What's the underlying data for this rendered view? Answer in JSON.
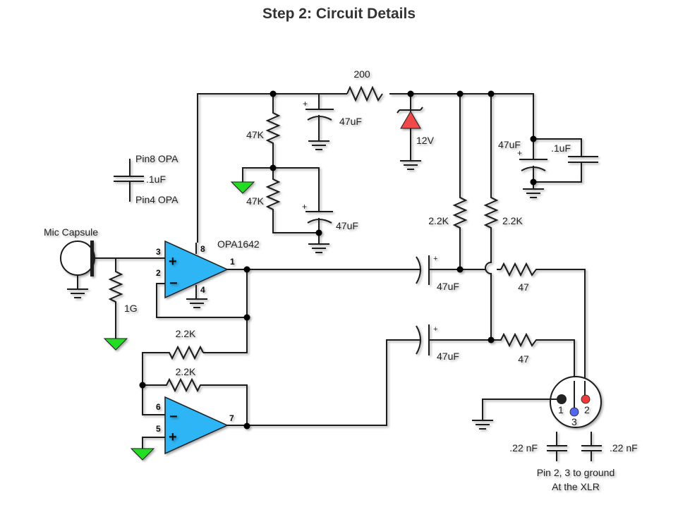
{
  "title": "Step 2: Circuit Details",
  "colors": {
    "opamp_fill": "#2db5f5",
    "signal_ground": "#22dd22",
    "zener": "#f04848",
    "xlr_pin1": "#222222",
    "xlr_pin2": "#ee3b3b",
    "xlr_pin3": "#5566ee",
    "wire": "#1a1a1a",
    "text": "#222222"
  },
  "components": {
    "r_supply": "200",
    "c_supply": "47uF",
    "zener": "12V",
    "r_div_top": "47K",
    "r_div_bottom": "47K",
    "c_div": "47uF",
    "c_bypass_right_elec": "47uF",
    "c_bypass_right_cer": ".1uF",
    "decoupling_top": "Pin8 OPA",
    "decoupling_value": ".1uF",
    "decoupling_bottom": "Pin4 OPA",
    "mic": "Mic Capsule",
    "r_bias": "1G",
    "opamp": "OPA1642",
    "r_phantom_left": "2.2K",
    "r_phantom_right": "2.2K",
    "c_out_hot": "47uF",
    "c_out_cold": "47uF",
    "r_out_hot": "47",
    "r_out_cold": "47",
    "r_inv_in": "2.2K",
    "r_inv_fb": "2.2K",
    "c_xlr_left": ".22 nF",
    "c_xlr_right": ".22 nF",
    "xlr_note_line1": "Pin 2, 3 to ground",
    "xlr_note_line2": "At the XLR"
  },
  "pins": {
    "p1": "1",
    "p2": "2",
    "p3": "3",
    "p4": "4",
    "p5": "5",
    "p6": "6",
    "p7": "7",
    "p8": "8",
    "plus": "+",
    "minus": "−",
    "xlr1": "1",
    "xlr2": "2",
    "xlr3": "3"
  }
}
